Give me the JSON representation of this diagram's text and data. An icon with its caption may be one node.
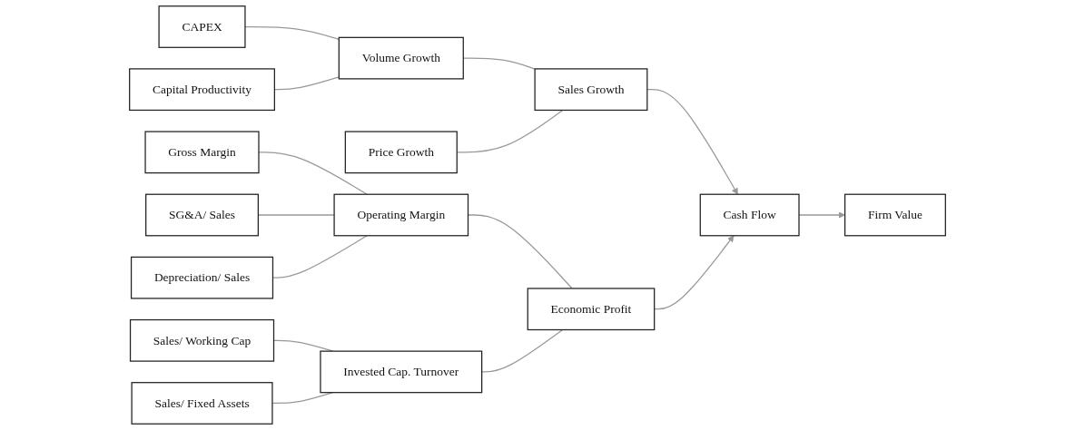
{
  "diagram": {
    "nodes": [
      {
        "text": [
          "CAPEX"
        ]
      },
      {
        "text": [
          "Capital Productivity"
        ]
      },
      {
        "text": [
          "Volume Growth"
        ]
      },
      {
        "text": [
          "Price Growth"
        ]
      },
      {
        "text": [
          "Sales Growth"
        ]
      },
      {
        "text": [
          "Cash Flow"
        ]
      },
      {
        "text": [
          "Firm Value"
        ]
      },
      {
        "text": [
          "Economic Profit"
        ]
      },
      {
        "text": [
          "Operating Margin"
        ]
      },
      {
        "text": [
          "Invested Cap. Turnover"
        ]
      },
      {
        "text": [
          "Gross Margin"
        ]
      },
      {
        "text": [
          "SG&A/ Sales"
        ]
      },
      {
        "text": [
          "Depreciation/ Sales"
        ]
      },
      {
        "text": [
          "Sales/ Working Cap"
        ]
      },
      {
        "text": [
          "Sales/ Fixed Assets"
        ]
      }
    ],
    "edges": [
      {
        "from": 0,
        "to": 2,
        "arrow": "none"
      },
      {
        "from": 1,
        "to": 2,
        "arrow": "none"
      },
      {
        "from": 2,
        "to": 4,
        "arrow": "none"
      },
      {
        "from": 3,
        "to": 4,
        "arrow": "none"
      },
      {
        "from": 4,
        "to": 5,
        "arrow": "to"
      },
      {
        "from": 7,
        "to": 5,
        "arrow": "to"
      },
      {
        "from": 5,
        "to": 6,
        "arrow": "to"
      },
      {
        "from": 8,
        "to": 7,
        "arrow": "none"
      },
      {
        "from": 9,
        "to": 7,
        "arrow": "none"
      },
      {
        "from": 10,
        "to": 8,
        "arrow": "none"
      },
      {
        "from": 11,
        "to": 8,
        "arrow": "none"
      },
      {
        "from": 12,
        "to": 8,
        "arrow": "none"
      },
      {
        "from": 13,
        "to": 9,
        "arrow": "none"
      },
      {
        "from": 14,
        "to": 9,
        "arrow": "none"
      }
    ]
  }
}
